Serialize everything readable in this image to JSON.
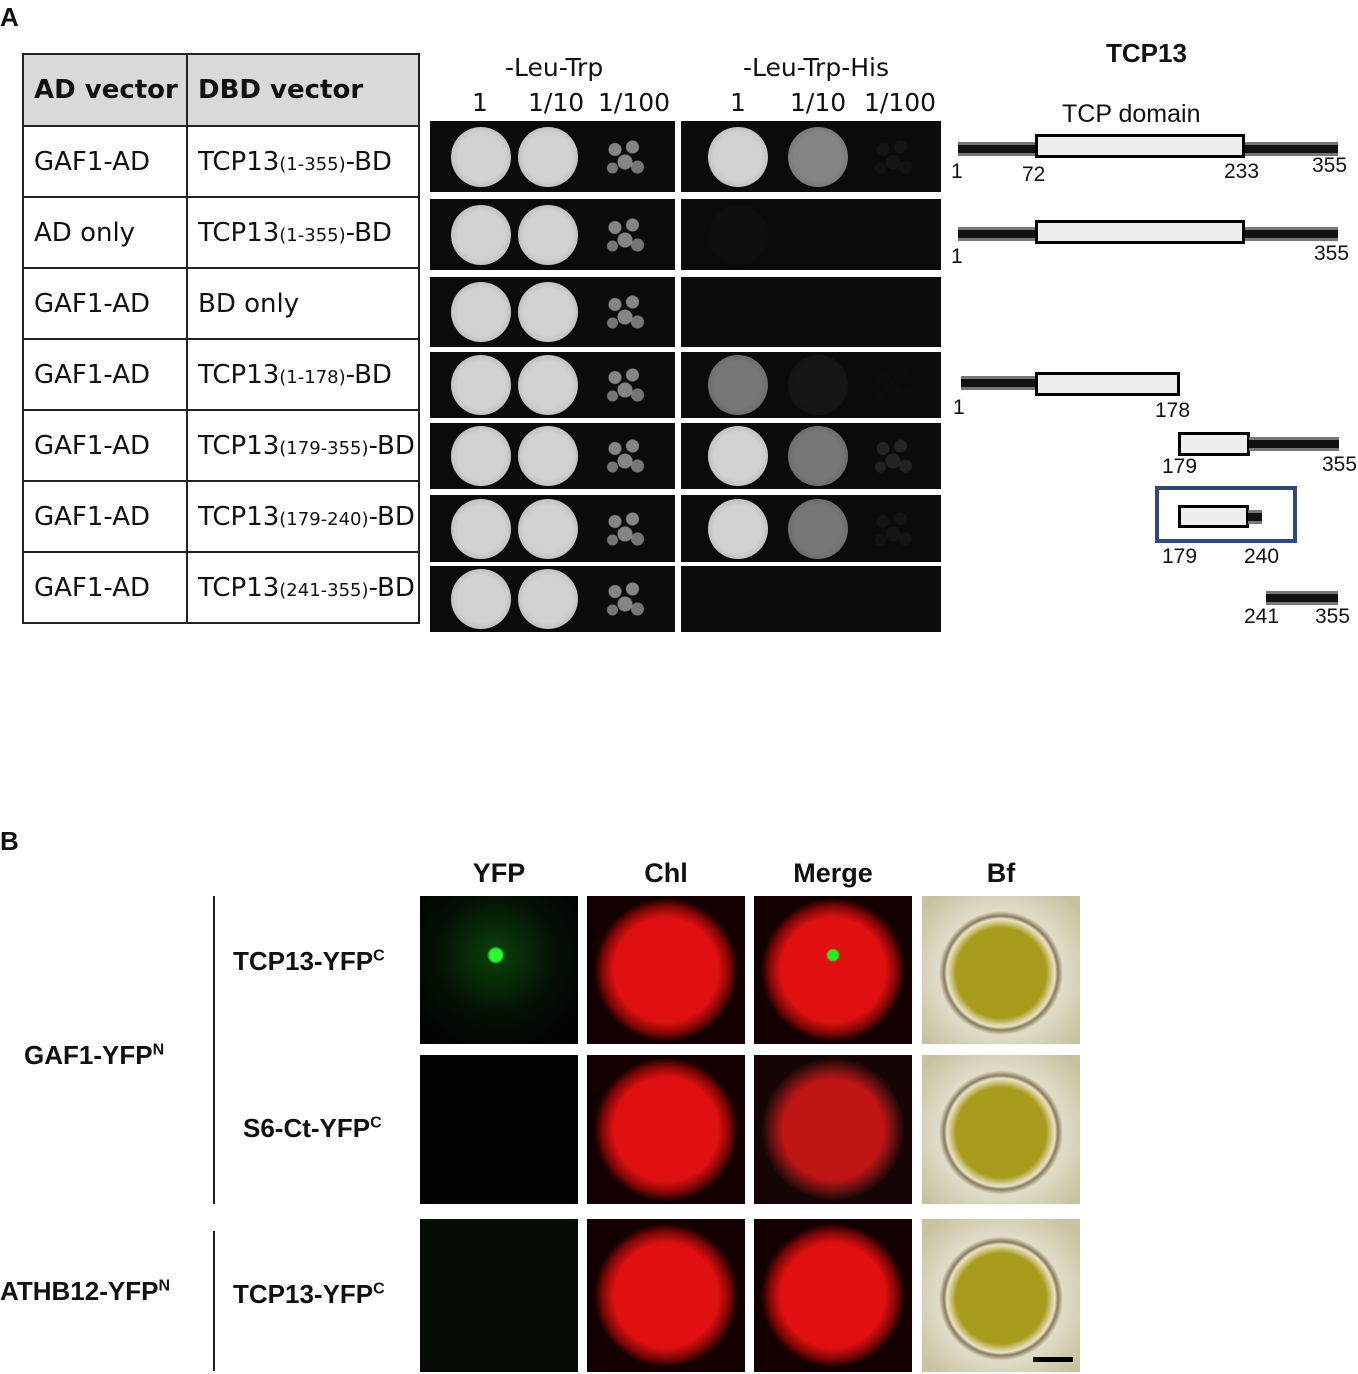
{
  "panel_a": {
    "letter": "A",
    "table": {
      "headers": [
        "AD vector",
        "DBD vector"
      ],
      "rows": [
        {
          "ad": "GAF1-AD",
          "dbd_pre": "TCP13",
          "dbd_sub": "(1-355)",
          "dbd_post": "-BD"
        },
        {
          "ad": "AD only",
          "dbd_pre": "TCP13",
          "dbd_sub": "(1-355)",
          "dbd_post": "-BD"
        },
        {
          "ad": "GAF1-AD",
          "dbd_pre": "BD only",
          "dbd_sub": "",
          "dbd_post": ""
        },
        {
          "ad": "GAF1-AD",
          "dbd_pre": "TCP13",
          "dbd_sub": "(1-178)",
          "dbd_post": "-BD"
        },
        {
          "ad": "GAF1-AD",
          "dbd_pre": "TCP13",
          "dbd_sub": "(179-355)",
          "dbd_post": "-BD"
        },
        {
          "ad": "GAF1-AD",
          "dbd_pre": "TCP13",
          "dbd_sub": "(179-240)",
          "dbd_post": "-BD"
        },
        {
          "ad": "GAF1-AD",
          "dbd_pre": "TCP13",
          "dbd_sub": "(241-355)",
          "dbd_post": "-BD"
        }
      ]
    },
    "media": [
      {
        "name": "-Leu-Trp",
        "dilutions": [
          "1",
          "1/10",
          "1/100"
        ]
      },
      {
        "name": "-Leu-Trp-His",
        "dilutions": [
          "1",
          "1/10",
          "1/100"
        ]
      }
    ],
    "growth_his": [
      [
        1,
        0.75,
        0.15
      ],
      [
        0.05,
        0,
        0
      ],
      [
        0,
        0,
        0
      ],
      [
        0.7,
        0.15,
        0.05
      ],
      [
        1,
        0.7,
        0.3
      ],
      [
        1,
        0.7,
        0.15
      ],
      [
        0,
        0,
        0
      ]
    ],
    "domain_map": {
      "title": "TCP13",
      "domain_label": "TCP domain",
      "constructs": [
        {
          "ticks": [
            "1",
            "72",
            "233",
            "355"
          ]
        },
        {
          "ticks": [
            "1",
            "355"
          ]
        },
        {
          "ticks": []
        },
        {
          "ticks": [
            "1",
            "178"
          ]
        },
        {
          "ticks": [
            "179",
            "355"
          ]
        },
        {
          "ticks": [
            "179",
            "240"
          ]
        },
        {
          "ticks": [
            "241",
            "355"
          ]
        }
      ]
    }
  },
  "panel_b": {
    "letter": "B",
    "columns": [
      "YFP",
      "Chl",
      "Merge",
      "Bf"
    ],
    "groups": [
      {
        "label": "GAF1-YFP",
        "sup": "N"
      },
      {
        "label": "ATHB12-YFP",
        "sup": "N"
      }
    ],
    "rows": [
      {
        "label": "TCP13-YFP",
        "sup": "C",
        "yfp_signal": true
      },
      {
        "label": "S6-Ct-YFP",
        "sup": "C",
        "yfp_signal": false
      },
      {
        "label": "TCP13-YFP",
        "sup": "C",
        "yfp_signal": false
      }
    ]
  },
  "colors": {
    "highlight": "#2f4a7a",
    "yfp": "#22dd22",
    "chl": "#e01010"
  }
}
